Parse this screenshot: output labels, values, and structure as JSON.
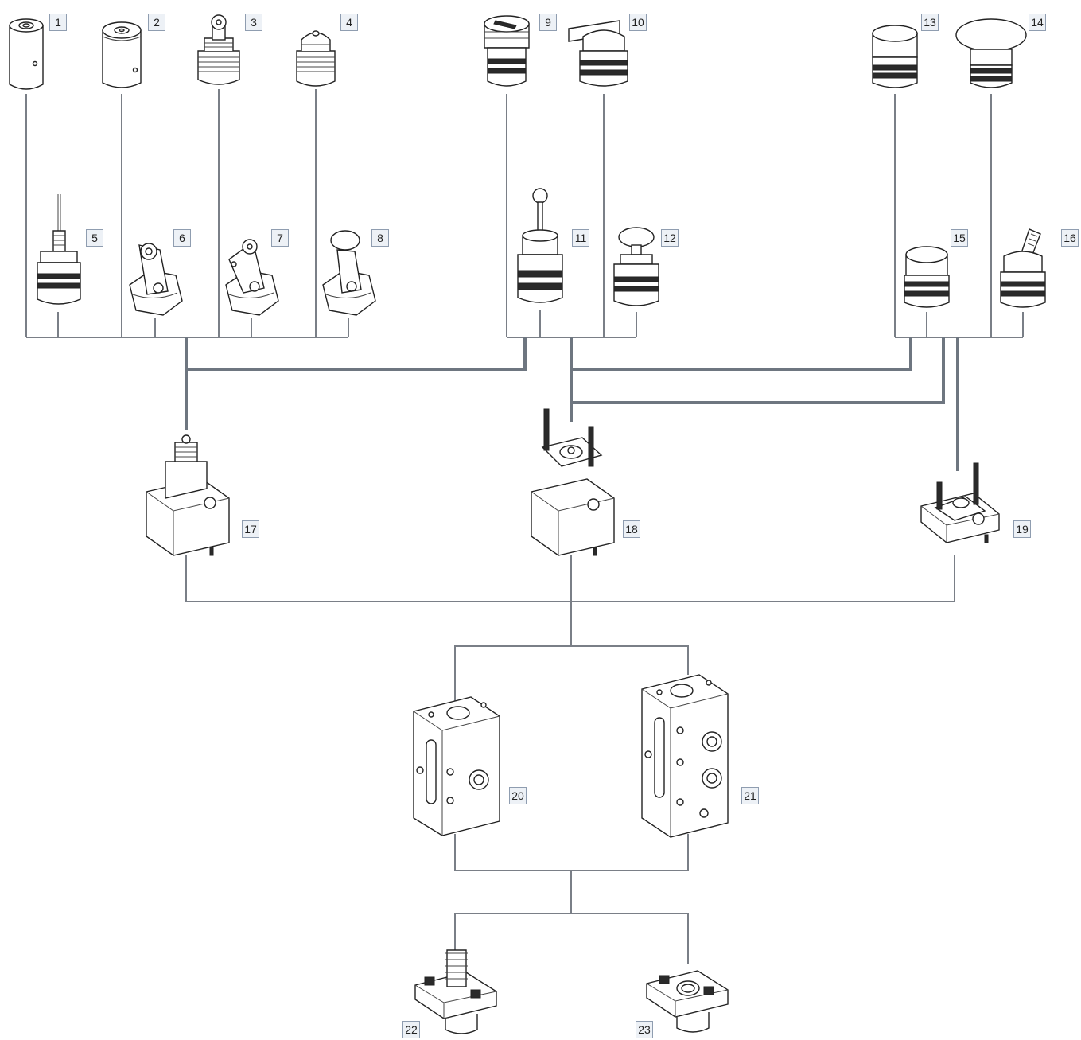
{
  "labels": {
    "p1": "1",
    "p2": "2",
    "p3": "3",
    "p4": "4",
    "p5": "5",
    "p6": "6",
    "p7": "7",
    "p8": "8",
    "p9": "9",
    "p10": "10",
    "p11": "11",
    "p12": "12",
    "p13": "13",
    "p14": "14",
    "p15": "15",
    "p16": "16",
    "p17": "17",
    "p18": "18",
    "p19": "19",
    "p20": "20",
    "p21": "21",
    "p22": "22",
    "p23": "23"
  },
  "colors": {
    "connector": "#7a7f87",
    "bus": "#6e7680",
    "label_border": "#8f9db0",
    "label_fill": "#edf1f6",
    "outline": "#222222"
  },
  "parts": {
    "p1": "cylindrical-plunger-icon",
    "p2": "large-cylindrical-plunger-icon",
    "p3": "roller-plunger-icon",
    "p4": "dome-plunger-icon",
    "p5": "whisker-actuator-icon",
    "p6": "roller-lever-icon",
    "p7": "angled-roller-lever-icon",
    "p8": "push-lever-icon",
    "p9": "key-selector-icon",
    "p10": "knob-selector-icon",
    "p11": "joystick-icon",
    "p12": "mushroom-button-icon",
    "p13": "flush-pushbutton-icon",
    "p14": "emergency-mushroom-icon",
    "p15": "extended-pushbutton-icon",
    "p16": "toggle-lever-icon",
    "p17": "valve-body-icon",
    "p18": "valve-body-with-flange-icon",
    "p19": "flange-adapter-icon",
    "p20": "single-subbase-icon",
    "p21": "double-subbase-icon",
    "p22": "spring-return-base-icon",
    "p23": "detent-base-icon"
  }
}
